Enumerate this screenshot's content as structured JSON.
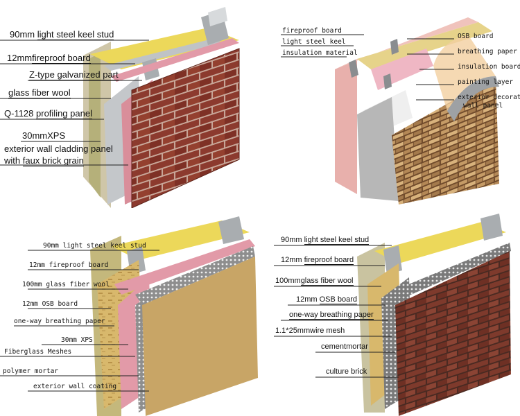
{
  "panels": {
    "top_left": {
      "labels": [
        {
          "pre": "90mm ",
          "main": "light steel keel stud"
        },
        {
          "pre": "12mm",
          "main": "fireproof board"
        },
        {
          "pre": "",
          "main": "Z-type galvanized part"
        },
        {
          "pre": "",
          "main": "glass fiber wool"
        },
        {
          "pre": "Q-1128 ",
          "main": "profiling panel"
        },
        {
          "pre": "30mm",
          "main": "XPS"
        },
        {
          "pre": "",
          "main": "exterior wall cladding panel"
        },
        {
          "pre": "with ",
          "main": "faux brick grain"
        }
      ]
    },
    "top_right": {
      "left_labels": [
        "fireproof board",
        "light steel keel",
        "insulation material"
      ],
      "right_labels": [
        "OSB board",
        "breathing paper",
        "insulation board",
        "painting layer",
        "exterior decorative",
        "wall panel"
      ]
    },
    "bottom_left": {
      "labels": [
        "90mm light steel keel stud",
        "12mm fireproof board",
        "100mm glass fiber wool",
        "12mm OSB board",
        "one-way breathing paper",
        "30mm XPS",
        "Fiberglass Meshes",
        "polymer mortar",
        "exterior wall coating"
      ]
    },
    "bottom_right": {
      "labels": [
        {
          "pre": "90mm",
          "main": "light steel keel stud"
        },
        {
          "pre": "12mm",
          "main": "fireproof board"
        },
        {
          "pre": "100mm",
          "main": "glass fiber wool"
        },
        {
          "pre": "12mm",
          "main": "OSB board"
        },
        {
          "pre": "",
          "main": "one-way breathing paper"
        },
        {
          "pre": "1.1*25mm",
          "main": "wire mesh"
        },
        {
          "pre": "",
          "main": "cementmortar"
        },
        {
          "pre": "",
          "main": "culture brick"
        }
      ]
    }
  },
  "colors": {
    "brick": "#8c3a2e",
    "mortar": "#c9a89a",
    "wool": "#ecd85a",
    "fireproof": "#e29aa8",
    "steel": "#b9bcbf",
    "osb": "#d8b86c",
    "coating": "#c8a566",
    "stone": "#9a6e44",
    "pink_board": "#e8b0ac"
  }
}
